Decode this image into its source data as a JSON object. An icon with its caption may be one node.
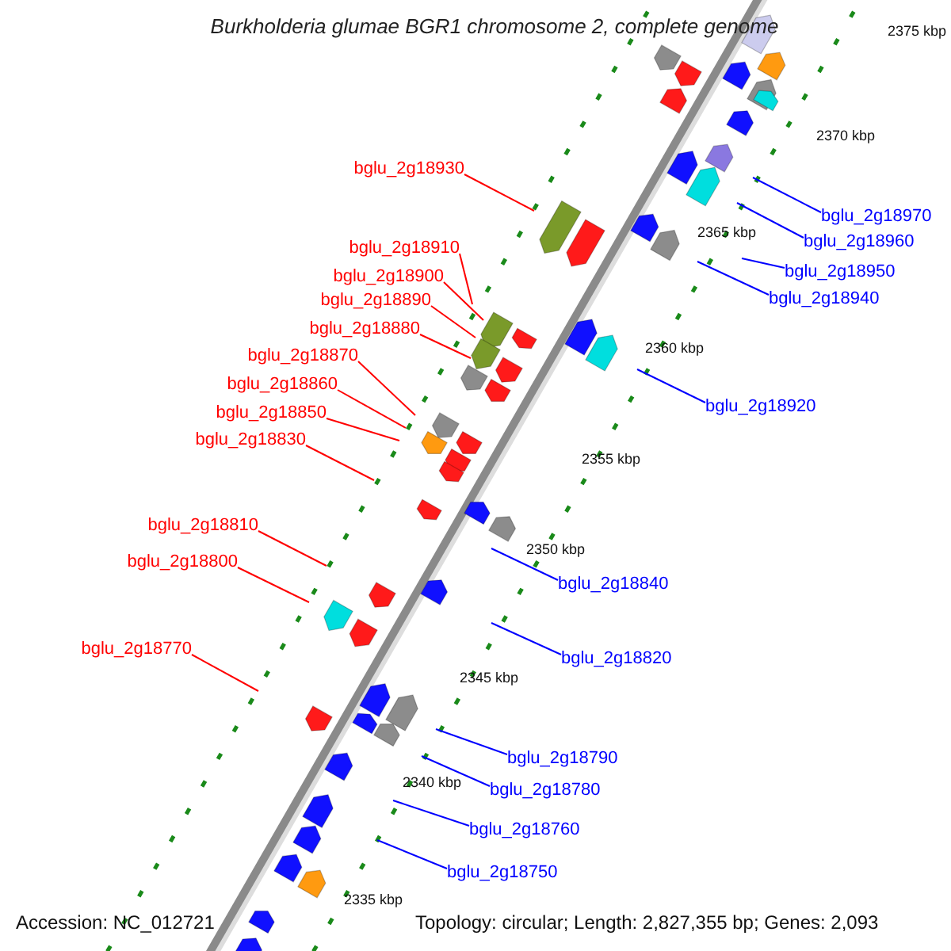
{
  "diagram": {
    "title": "Burkholderia glumae BGR1 chromosome 2, complete genome",
    "nodes": [
      {
        "text": [
          "bglu_2g18930"
        ]
      },
      {
        "text": [
          "bglu_2g18910"
        ]
      },
      {
        "text": [
          "bglu_2g18900"
        ]
      },
      {
        "text": [
          "bglu_2g18890"
        ]
      },
      {
        "text": [
          "bglu_2g18880"
        ]
      },
      {
        "text": [
          "bglu_2g18870"
        ]
      },
      {
        "text": [
          "bglu_2g18860"
        ]
      },
      {
        "text": [
          "bglu_2g18850"
        ]
      },
      {
        "text": [
          "bglu_2g18830"
        ]
      },
      {
        "text": [
          "bglu_2g18810"
        ]
      },
      {
        "text": [
          "bglu_2g18800"
        ]
      },
      {
        "text": [
          "bglu_2g18770"
        ]
      },
      {
        "text": [
          "bglu_2g18970"
        ]
      },
      {
        "text": [
          "bglu_2g18960"
        ]
      },
      {
        "text": [
          "bglu_2g18950"
        ]
      },
      {
        "text": [
          "bglu_2g18940"
        ]
      },
      {
        "text": [
          "bglu_2g18920"
        ]
      },
      {
        "text": [
          "bglu_2g18840"
        ]
      },
      {
        "text": [
          "bglu_2g18820"
        ]
      },
      {
        "text": [
          "bglu_2g18790"
        ]
      },
      {
        "text": [
          "bglu_2g18780"
        ]
      },
      {
        "text": [
          "bglu_2g18760"
        ]
      },
      {
        "text": [
          "bglu_2g18750"
        ]
      }
    ],
    "edges": [
      {
        "from": 0,
        "to": null,
        "arrow": "none",
        "color": "#ff0000"
      },
      {
        "from": 1,
        "to": null,
        "arrow": "none",
        "color": "#ff0000"
      },
      {
        "from": 2,
        "to": null,
        "arrow": "none",
        "color": "#ff0000"
      },
      {
        "from": 3,
        "to": null,
        "arrow": "none",
        "color": "#ff0000"
      },
      {
        "from": 4,
        "to": null,
        "arrow": "none",
        "color": "#ff0000"
      },
      {
        "from": 5,
        "to": null,
        "arrow": "none",
        "color": "#ff0000"
      },
      {
        "from": 6,
        "to": null,
        "arrow": "none",
        "color": "#ff0000"
      },
      {
        "from": 7,
        "to": null,
        "arrow": "none",
        "color": "#ff0000"
      },
      {
        "from": 8,
        "to": null,
        "arrow": "none",
        "color": "#ff0000"
      },
      {
        "from": 9,
        "to": null,
        "arrow": "none",
        "color": "#ff0000"
      },
      {
        "from": 10,
        "to": null,
        "arrow": "none",
        "color": "#ff0000"
      },
      {
        "from": 11,
        "to": null,
        "arrow": "none",
        "color": "#ff0000"
      },
      {
        "from": 12,
        "to": null,
        "arrow": "none",
        "color": "#0000ff"
      },
      {
        "from": 13,
        "to": null,
        "arrow": "none",
        "color": "#0000ff"
      },
      {
        "from": 14,
        "to": null,
        "arrow": "none",
        "color": "#0000ff"
      },
      {
        "from": 15,
        "to": null,
        "arrow": "none",
        "color": "#0000ff"
      },
      {
        "from": 16,
        "to": null,
        "arrow": "none",
        "color": "#0000ff"
      },
      {
        "from": 17,
        "to": null,
        "arrow": "none",
        "color": "#0000ff"
      },
      {
        "from": 18,
        "to": null,
        "arrow": "none",
        "color": "#0000ff"
      },
      {
        "from": 19,
        "to": null,
        "arrow": "none",
        "color": "#0000ff"
      },
      {
        "from": 20,
        "to": null,
        "arrow": "none",
        "color": "#0000ff"
      },
      {
        "from": 21,
        "to": null,
        "arrow": "none",
        "color": "#0000ff"
      },
      {
        "from": 22,
        "to": null,
        "arrow": "none",
        "color": "#0000ff"
      }
    ],
    "labels": [
      "2375 kbp",
      "2370 kbp",
      "2365 kbp",
      "2360 kbp",
      "2355 kbp",
      "2350 kbp",
      "2345 kbp",
      "2340 kbp",
      "2335 kbp",
      "Accession: NC_012721",
      "Topology: circular; Length: 2,827,355 bp; Genes: 2,093"
    ]
  }
}
